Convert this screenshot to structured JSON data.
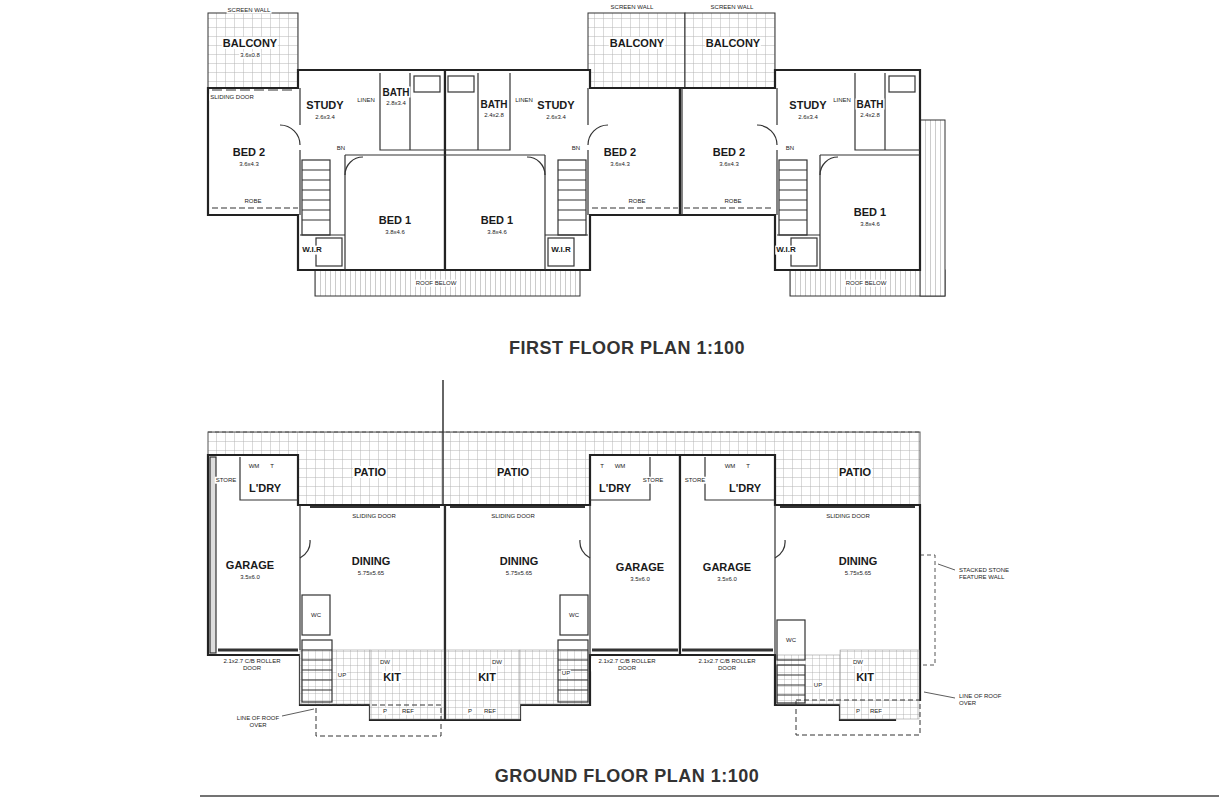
{
  "diagram": {
    "labels": [
      "SCREEN WALL",
      "BALCONY",
      "3.6x0.8",
      "SLIDING DOOR",
      "BED 2",
      "3.6x4.3",
      "STUDY",
      "2.6x3.4",
      "LINEN",
      "BATH",
      "2.8x3.4",
      "BN",
      "ROBE",
      "BED 1",
      "3.8x4.6",
      "W.I.R",
      "LINEN",
      "STUDY",
      "2.6x3.4",
      "BATH",
      "2.4x2.8",
      "BN",
      "BED 2",
      "3.6x4.3",
      "ROBE",
      "BED 1",
      "3.8x4.6",
      "W.I.R",
      "ROOF BELOW",
      "SCREEN WALL",
      "BALCONY",
      "SCREEN WALL",
      "BALCONY",
      "BED 2",
      "3.6x4.3",
      "ROBE",
      "STUDY",
      "2.6x3.4",
      "LINEN",
      "BATH",
      "2.4x2.8",
      "BN",
      "BED 1",
      "3.8x4.6",
      "W.I.R",
      "ROOF BELOW",
      "FIRST FLOOR PLAN  1:100",
      "PATIO",
      "PATIO",
      "PATIO",
      "STORE",
      "L'DRY",
      "WM",
      "T",
      "T",
      "WM",
      "L'DRY",
      "STORE",
      "STORE",
      "WM",
      "T",
      "L'DRY",
      "SLIDING DOOR",
      "SLIDING DOOR",
      "SLIDING DOOR",
      "GARAGE",
      "3.5x6.0",
      "DINING",
      "5.75x5.65",
      "DINING",
      "5.75x5.65",
      "GARAGE",
      "3.5x6.0",
      "GARAGE",
      "3.5x6.0",
      "DINING",
      "5.75x5.65",
      "STACKED STONE FEATURE WALL",
      "WC",
      "WC",
      "WC",
      "2.1x2.7 C/B ROLLER DOOR",
      "2.1x2.7 C/B ROLLER DOOR",
      "2.1x2.7 C/B ROLLER DOOR",
      "UP",
      "UP",
      "UP",
      "KIT",
      "KIT",
      "KIT",
      "DW",
      "DW",
      "DW",
      "REF",
      "P",
      "P",
      "REF",
      "P",
      "REF",
      "LINE OF ROOF OVER",
      "LINE OF ROOF OVER",
      "GROUND FLOOR PLAN  1:100"
    ]
  }
}
